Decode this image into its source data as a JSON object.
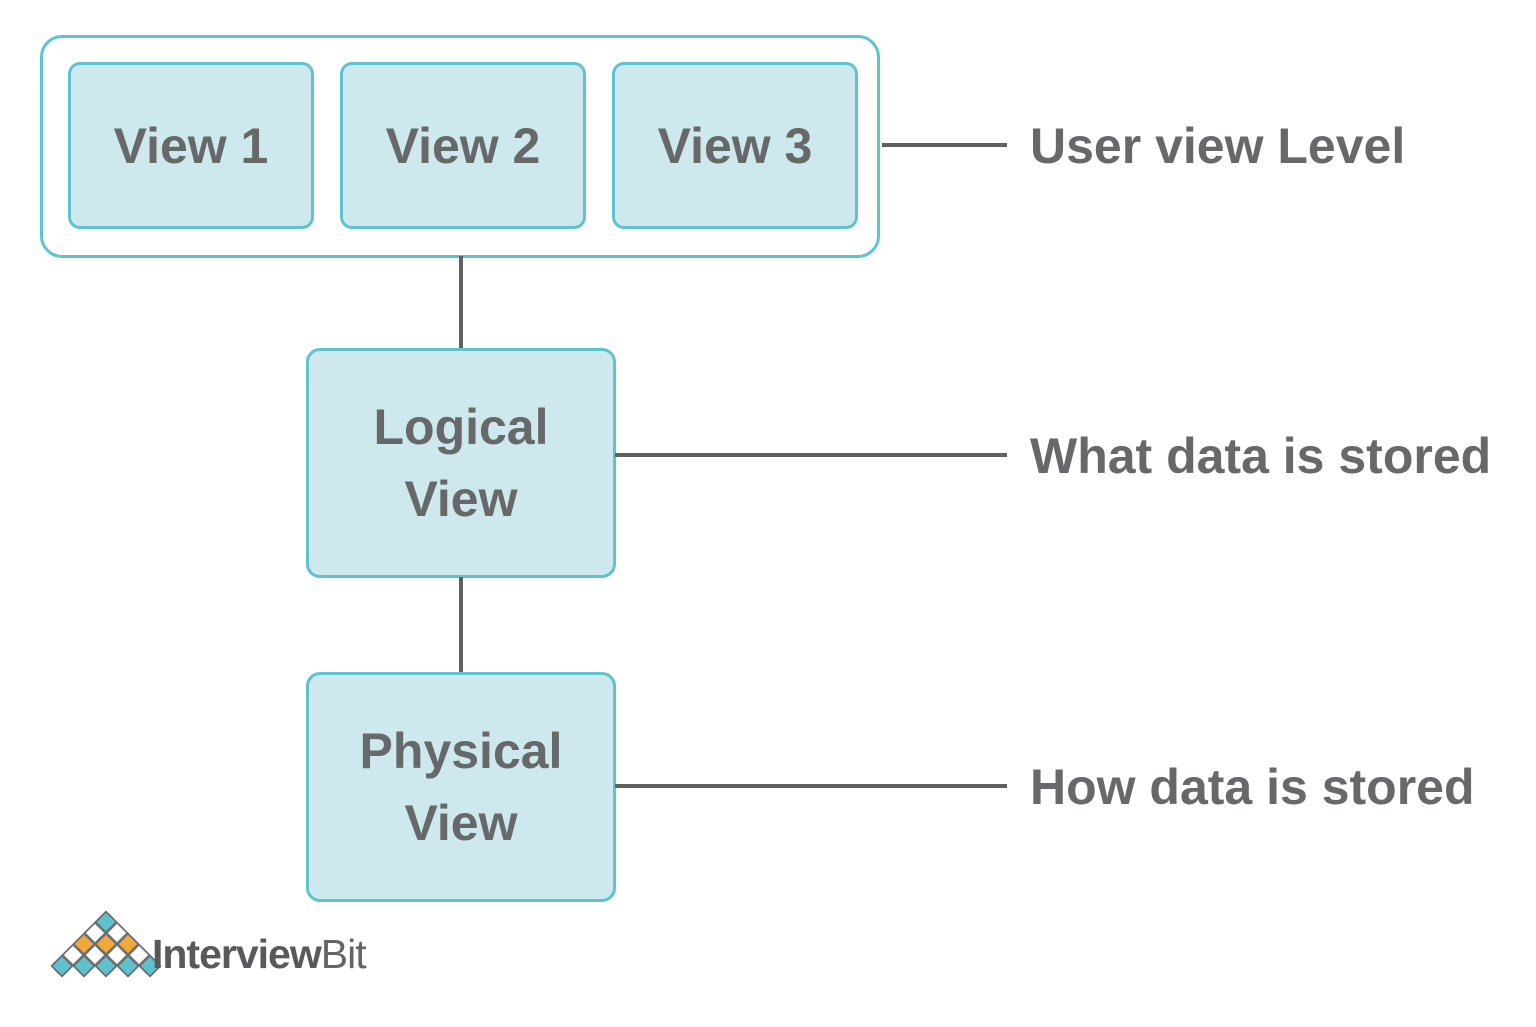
{
  "diagram": {
    "user_view_group": {
      "boxes": [
        "View 1",
        "View 2",
        "View 3"
      ],
      "annotation": "User view Level"
    },
    "logical_box": {
      "label": "Logical View",
      "annotation": "What data is stored"
    },
    "physical_box": {
      "label": "Physical View",
      "annotation": "How data is stored"
    }
  },
  "colors": {
    "box_fill": "#cde9ed",
    "box_border": "#5fc3cf",
    "text_gray": "#66686a",
    "connector_gray": "#606060"
  },
  "logo": {
    "wordmark_bold": "Interview",
    "wordmark_light": "Bit",
    "wordmark_color": "#58595b",
    "pyramid": {
      "rows": [
        [
          "teal"
        ],
        [
          "white",
          "white"
        ],
        [
          "orange",
          "orange",
          "orange"
        ],
        [
          "white",
          "white",
          "white",
          "white"
        ],
        [
          "teal",
          "teal",
          "teal",
          "teal",
          "teal"
        ]
      ],
      "palette": {
        "teal": "#5bc2ce",
        "orange": "#f2a93b",
        "white": "#ffffff",
        "outline": "#6d6e71"
      }
    }
  }
}
